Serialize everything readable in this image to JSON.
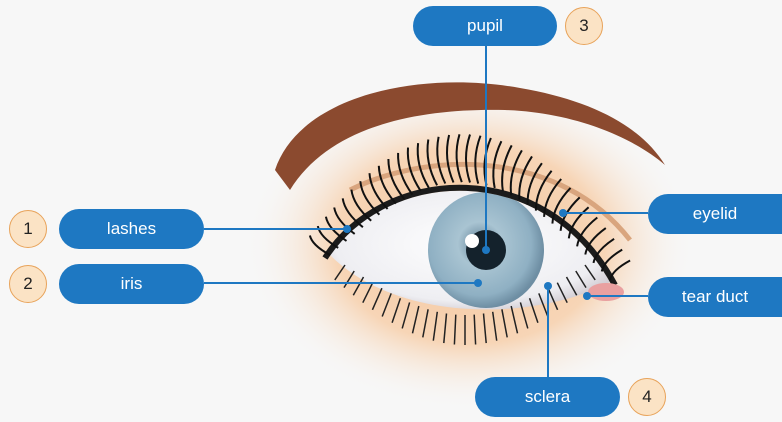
{
  "labels": {
    "pupil": "pupil",
    "lashes": "lashes",
    "iris": "iris",
    "eyelid": "eyelid",
    "tear_duct": "tear duct",
    "sclera": "sclera"
  },
  "numbers": {
    "pupil": "3",
    "lashes": "1",
    "iris": "2",
    "sclera": "4"
  },
  "colors": {
    "label_fill": "#1e78c2",
    "label_text": "#ffffff",
    "number_fill": "#fbe3c5",
    "number_border": "#e8a35a",
    "leader_line": "#1e78c2",
    "iris": "#9fbccd",
    "skin": "#f2c9a0",
    "brow": "#8b4a2f",
    "background": "#f7f7f7"
  }
}
